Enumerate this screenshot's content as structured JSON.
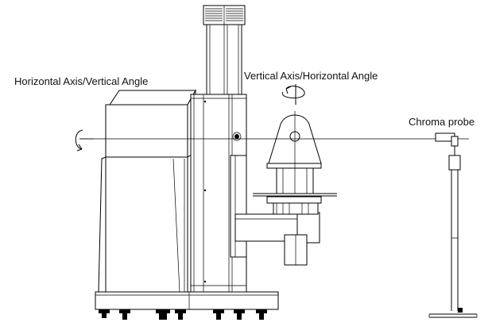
{
  "labels": {
    "horizontal_axis": "Horizontal Axis/Vertical Angle",
    "vertical_axis": "Vertical Axis/Horizontal Angle",
    "probe": "Chroma probe"
  },
  "colors": {
    "ink": "#000000",
    "background": "#ffffff"
  }
}
